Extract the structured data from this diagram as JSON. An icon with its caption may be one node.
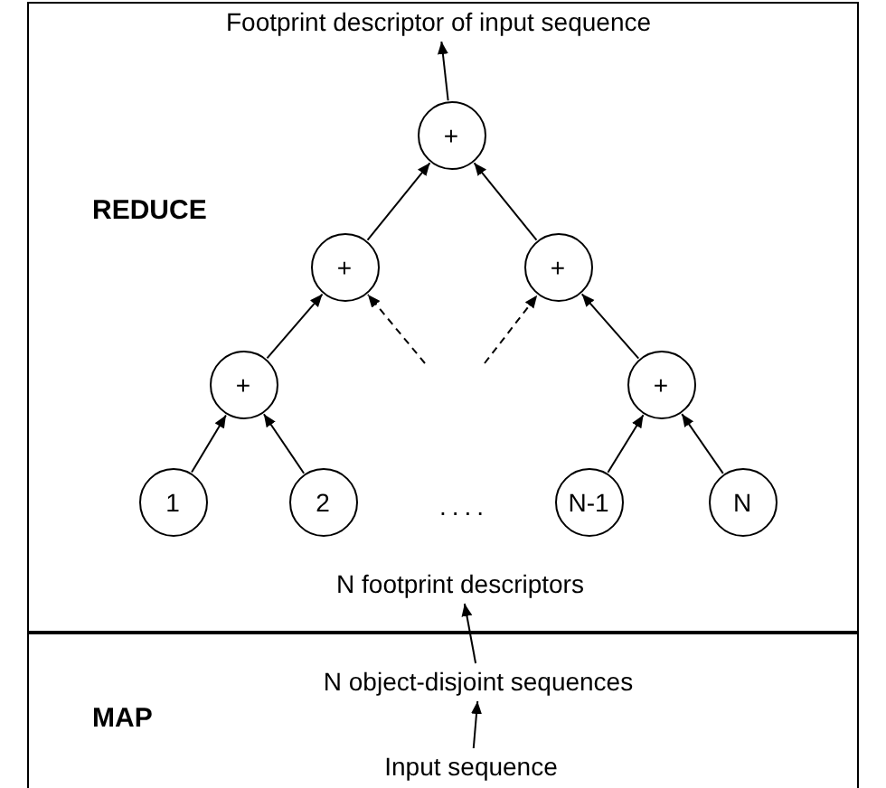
{
  "diagram": {
    "nodes": [
      {
        "text": [
          "REDUCE"
        ]
      },
      {
        "text": [
          "Footprint descriptor of input sequence"
        ],
        "in": 0
      },
      {
        "text": [
          "+"
        ],
        "in": 0
      },
      {
        "text": [
          "+"
        ],
        "in": 0
      },
      {
        "text": [
          "+"
        ],
        "in": 0
      },
      {
        "text": [
          "+"
        ],
        "in": 0
      },
      {
        "text": [
          "+"
        ],
        "in": 0
      },
      {
        "text": [
          "1"
        ],
        "in": 0
      },
      {
        "text": [
          "2"
        ],
        "in": 0
      },
      {
        "text": [
          "N-1"
        ],
        "in": 0
      },
      {
        "text": [
          "N"
        ],
        "in": 0
      },
      {
        "text": [
          "N footprint descriptors"
        ],
        "in": 0
      },
      {
        "text": [
          "MAP"
        ]
      },
      {
        "text": [
          "N object-disjoint sequences"
        ],
        "in": 12
      },
      {
        "text": [
          "Input sequence"
        ],
        "in": 12
      }
    ],
    "edges": [
      {
        "from": 2,
        "to": 1,
        "arrow": "to"
      },
      {
        "from": 3,
        "to": 2,
        "arrow": "to"
      },
      {
        "from": 4,
        "to": 2,
        "arrow": "to"
      },
      {
        "from": 5,
        "to": 3,
        "arrow": "to"
      },
      {
        "from": null,
        "to": 3,
        "arrow": "to",
        "style": "dashed"
      },
      {
        "from": null,
        "to": 4,
        "arrow": "to",
        "style": "dashed"
      },
      {
        "from": 6,
        "to": 4,
        "arrow": "to"
      },
      {
        "from": 7,
        "to": 5,
        "arrow": "to"
      },
      {
        "from": 8,
        "to": 5,
        "arrow": "to"
      },
      {
        "from": 9,
        "to": 6,
        "arrow": "to"
      },
      {
        "from": 10,
        "to": 6,
        "arrow": "to"
      },
      {
        "from": 13,
        "to": 11,
        "arrow": "to"
      },
      {
        "from": 14,
        "to": 13,
        "arrow": "to"
      }
    ],
    "labels": [
      "...."
    ]
  }
}
